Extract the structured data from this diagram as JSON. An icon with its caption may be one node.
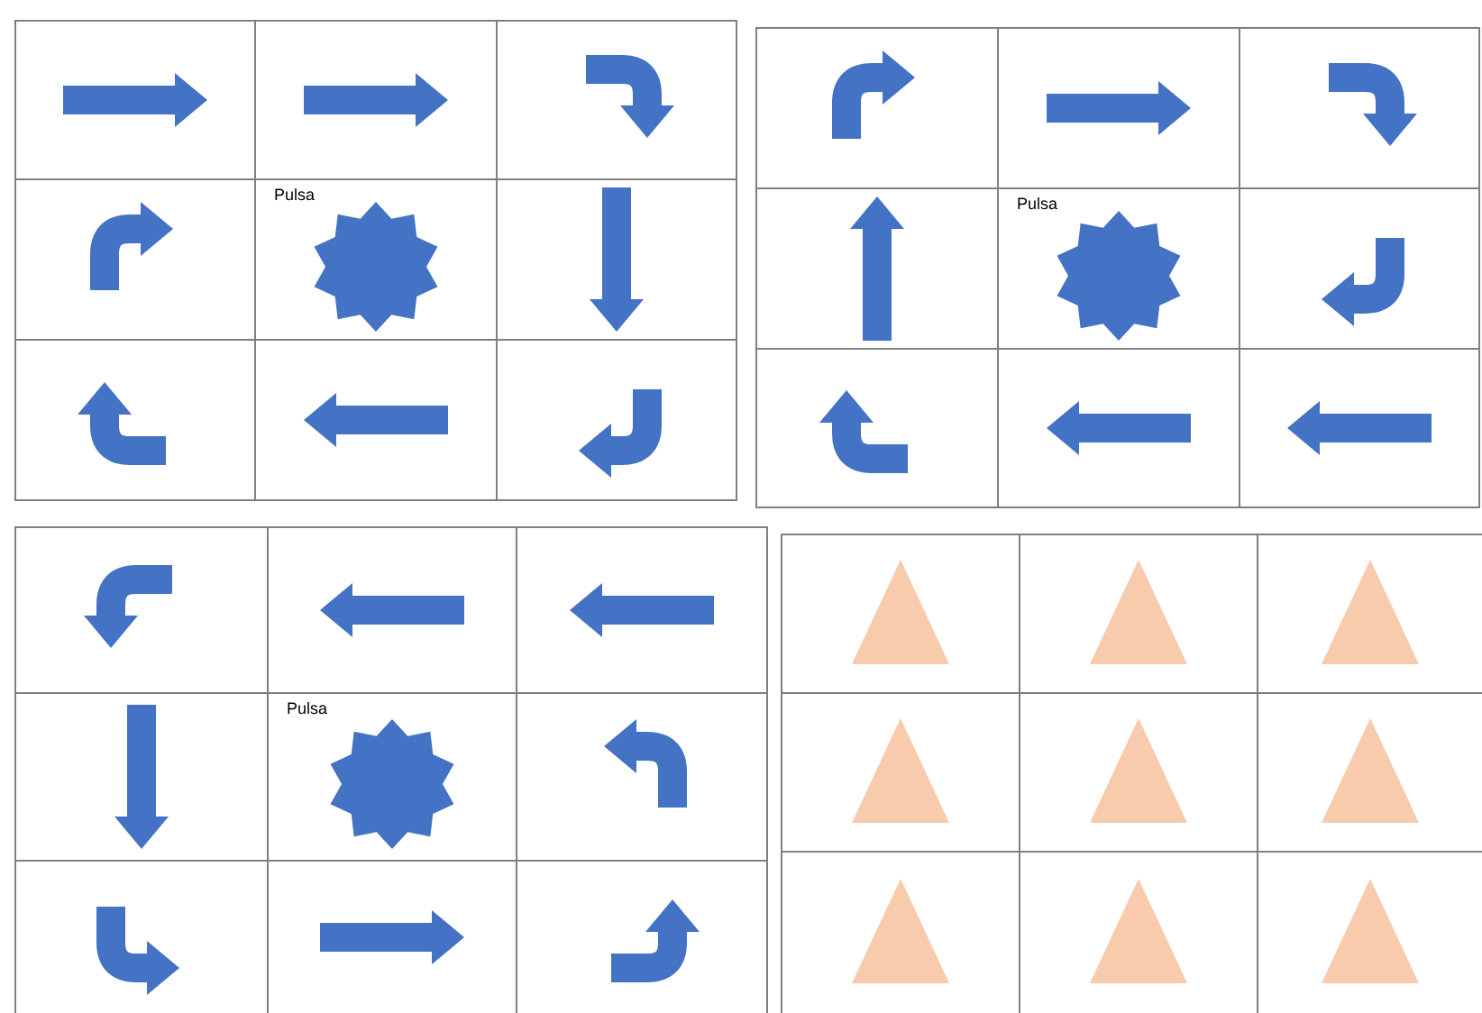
{
  "diagram": {
    "labels": [
      "Pulsa",
      "Pulsa",
      "Pulsa"
    ]
  }
}
